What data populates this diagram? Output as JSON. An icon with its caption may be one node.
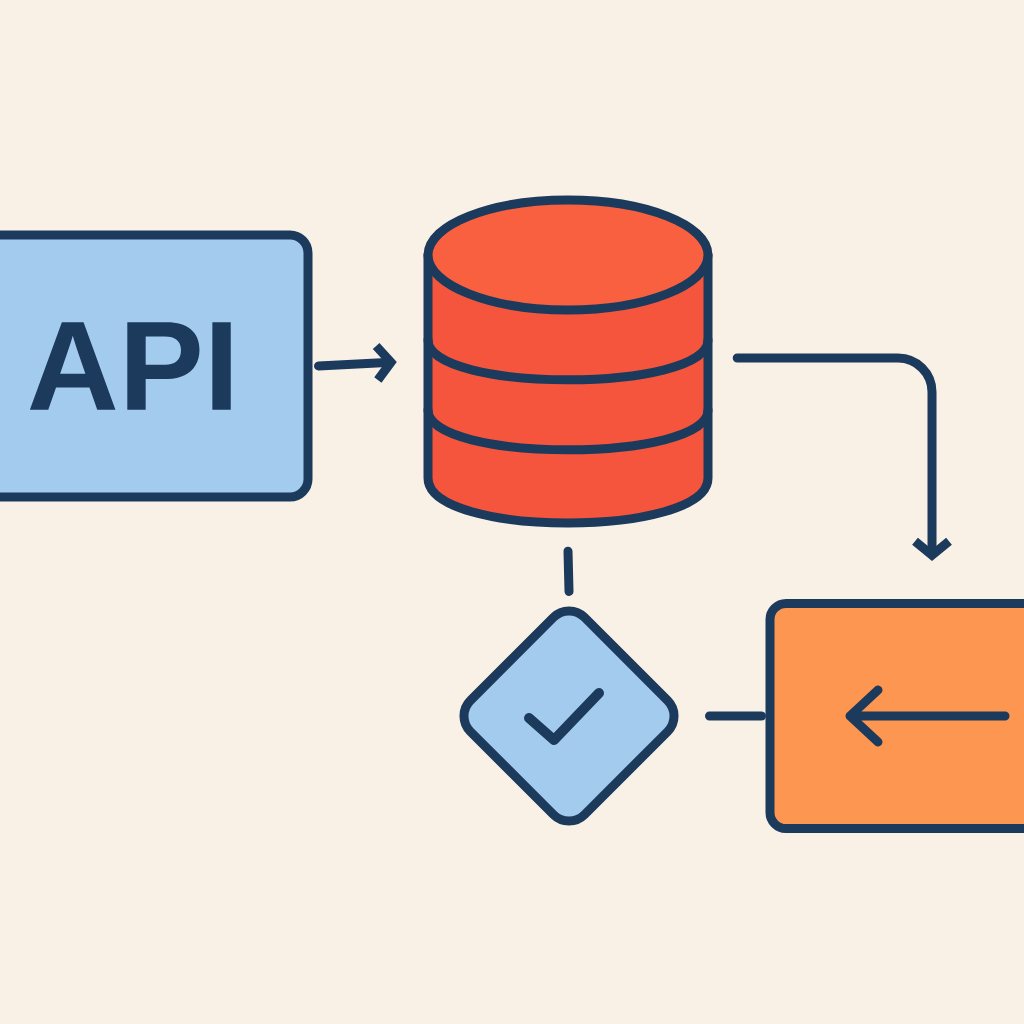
{
  "diagram": {
    "nodes": [
      {
        "text": [
          "API"
        ]
      },
      {
        "text": [],
        "shape": "cylinder"
      },
      {
        "text": [],
        "shape": "diamond"
      },
      {
        "text": [],
        "shape": "box"
      }
    ],
    "edges": [
      {
        "from": 0,
        "to": 1,
        "arrow": "to"
      },
      {
        "from": 1,
        "to": 3,
        "arrow": "to"
      },
      {
        "from": 1,
        "to": 2,
        "arrow": "none"
      },
      {
        "from": 3,
        "to": 2,
        "arrow": "none"
      }
    ]
  }
}
